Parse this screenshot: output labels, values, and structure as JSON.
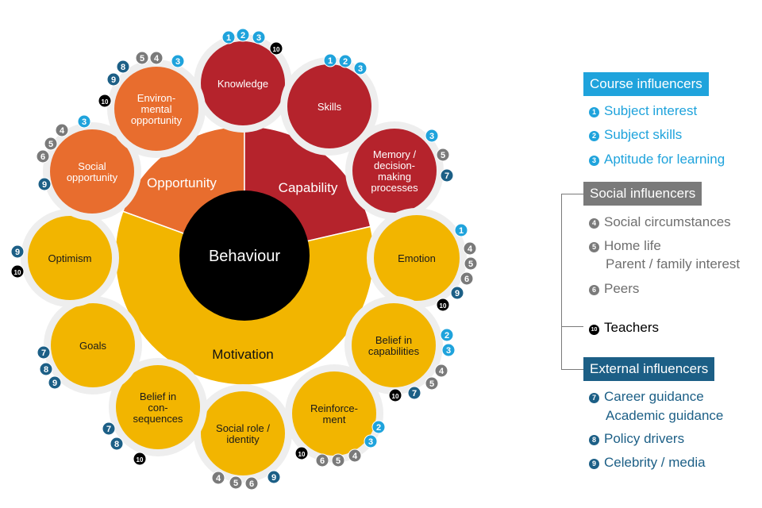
{
  "colors": {
    "course": "#1fa3dc",
    "social": "#7a7a7a",
    "external": "#1c5f86",
    "teacher": "#000000",
    "capability": "#b5232c",
    "opportunity": "#e86d2e",
    "motivation": "#f2b500",
    "behaviour": "#000000"
  },
  "diagram": {
    "center_label": "Behaviour",
    "sectors": [
      {
        "key": "opportunity",
        "label": "Opportunity"
      },
      {
        "key": "capability",
        "label": "Capability"
      },
      {
        "key": "motivation",
        "label": "Motivation"
      }
    ],
    "bubbles": [
      {
        "id": "knowledge",
        "lines": [
          "Knowledge"
        ],
        "group": "capability",
        "badges": [
          "1",
          "2",
          "3",
          "10"
        ]
      },
      {
        "id": "skills",
        "lines": [
          "Skills"
        ],
        "group": "capability",
        "badges": [
          "1",
          "2",
          "3"
        ]
      },
      {
        "id": "memory",
        "lines": [
          "Memory /",
          "decision-",
          "making",
          "processes"
        ],
        "group": "capability",
        "badges": [
          "3",
          "5",
          "7"
        ]
      },
      {
        "id": "emotion",
        "lines": [
          "Emotion"
        ],
        "group": "motivation",
        "badges": [
          "1",
          "4",
          "5",
          "6",
          "9",
          "10"
        ]
      },
      {
        "id": "belief-capabilities",
        "lines": [
          "Belief in",
          "capabilities"
        ],
        "group": "motivation",
        "badges": [
          "2",
          "3",
          "4",
          "5",
          "7",
          "10"
        ]
      },
      {
        "id": "reinforcement",
        "lines": [
          "Reinforce-",
          "ment"
        ],
        "group": "motivation",
        "badges": [
          "2",
          "3",
          "4",
          "5",
          "6",
          "10"
        ]
      },
      {
        "id": "social-role",
        "lines": [
          "Social role /",
          "identity"
        ],
        "group": "motivation",
        "badges": [
          "4",
          "5",
          "6",
          "9"
        ]
      },
      {
        "id": "belief-consequences",
        "lines": [
          "Belief in",
          "con-",
          "sequences"
        ],
        "group": "motivation",
        "badges": [
          "7",
          "8",
          "10"
        ]
      },
      {
        "id": "goals",
        "lines": [
          "Goals"
        ],
        "group": "motivation",
        "badges": [
          "7",
          "8",
          "9"
        ]
      },
      {
        "id": "optimism",
        "lines": [
          "Optimism"
        ],
        "group": "motivation",
        "badges": [
          "9",
          "10"
        ]
      },
      {
        "id": "social-opportunity",
        "lines": [
          "Social",
          "opportunity"
        ],
        "group": "opportunity",
        "badges": [
          "3",
          "4",
          "5",
          "6",
          "9"
        ]
      },
      {
        "id": "environmental-opportunity",
        "lines": [
          "Environ-",
          "mental",
          "opportunity"
        ],
        "group": "opportunity",
        "badges": [
          "3",
          "4",
          "5",
          "8",
          "9",
          "10"
        ]
      }
    ]
  },
  "legend": {
    "course": {
      "title": "Course influencers",
      "items": [
        {
          "num": "1",
          "label": "Subject interest"
        },
        {
          "num": "2",
          "label": "Subject skills"
        },
        {
          "num": "3",
          "label": "Aptitude for learning"
        }
      ]
    },
    "social": {
      "title": "Social influencers",
      "items": [
        {
          "num": "4",
          "label": "Social circumstances"
        },
        {
          "num": "5",
          "label": "Home life",
          "label2": "Parent / family interest"
        },
        {
          "num": "6",
          "label": "Peers"
        }
      ]
    },
    "teachers": {
      "num": "10",
      "label": "Teachers"
    },
    "external": {
      "title": "External influencers",
      "items": [
        {
          "num": "7",
          "label": "Career guidance",
          "label2": "Academic guidance"
        },
        {
          "num": "8",
          "label": "Policy drivers"
        },
        {
          "num": "9",
          "label": "Celebrity / media"
        }
      ]
    }
  }
}
